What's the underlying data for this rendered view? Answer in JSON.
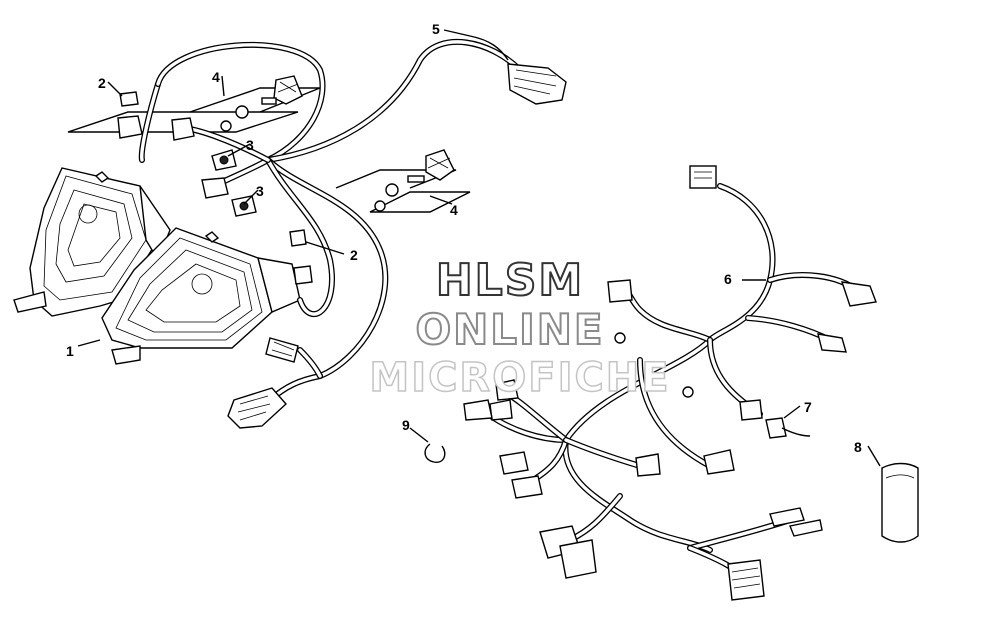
{
  "watermark": {
    "line1": "HLSM",
    "line2": "ONLINE",
    "line3": "MICROFICHE"
  },
  "callouts": [
    {
      "id": "c1",
      "label": "1"
    },
    {
      "id": "c2a",
      "label": "2"
    },
    {
      "id": "c2b",
      "label": "2"
    },
    {
      "id": "c3a",
      "label": "3"
    },
    {
      "id": "c3b",
      "label": "3"
    },
    {
      "id": "c4a",
      "label": "4"
    },
    {
      "id": "c4b",
      "label": "4"
    },
    {
      "id": "c5",
      "label": "5"
    },
    {
      "id": "c6",
      "label": "6"
    },
    {
      "id": "c7",
      "label": "7"
    },
    {
      "id": "c8",
      "label": "8"
    },
    {
      "id": "c9",
      "label": "9"
    }
  ]
}
